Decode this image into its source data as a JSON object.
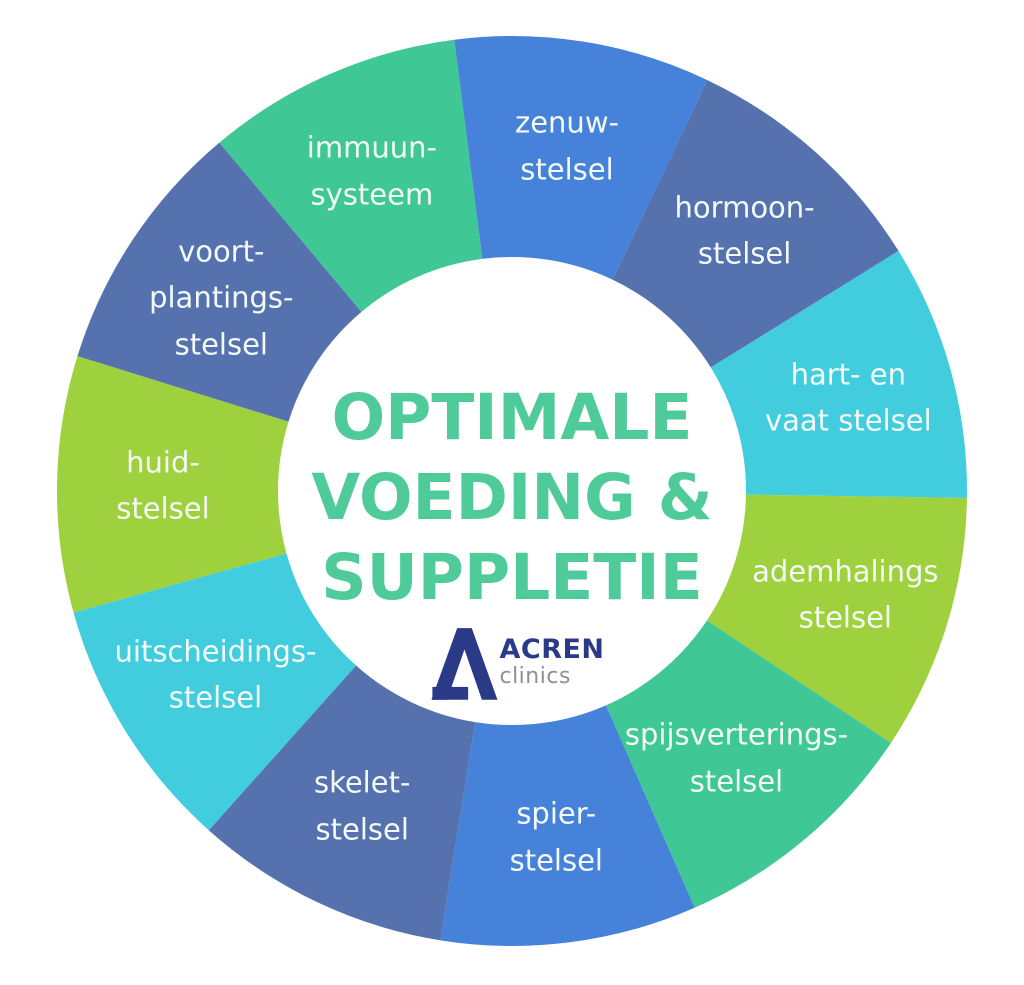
{
  "page": {
    "background": "#ffffff"
  },
  "chart_data": {
    "type": "pie",
    "subtype": "donut-wheel-infographic",
    "title": "OPTIMALE\nVOEDING &\nSUPPLETIE",
    "title_color": "#4ecb98",
    "label_text_color": "#f4faf7",
    "equal_segments": true,
    "legend": "none",
    "segments": [
      {
        "id": "zenuw-stelsel",
        "label": "zenuw-\nstelsel",
        "value": 1,
        "color": "#4682d9"
      },
      {
        "id": "hormoon-stelsel",
        "label": "hormoon-\nstelsel",
        "value": 1,
        "color": "#5572af"
      },
      {
        "id": "hart-en-vaat-stelsel",
        "label": "hart- en\nvaat stelsel",
        "value": 1,
        "color": "#41cdde"
      },
      {
        "id": "ademhalings-stelsel",
        "label": "ademhalings\nstelsel",
        "value": 1,
        "color": "#9fd03d"
      },
      {
        "id": "spijsverterings-stelsel",
        "label": "spijsverterings-\nstelsel",
        "value": 1,
        "color": "#3fc795"
      },
      {
        "id": "spier-stelsel",
        "label": "spier-\nstelsel",
        "value": 1,
        "color": "#4682d9"
      },
      {
        "id": "skelet-stelsel",
        "label": "skelet-\nstelsel",
        "value": 1,
        "color": "#5572af"
      },
      {
        "id": "uitscheidings-stelsel",
        "label": "uitscheidings-\nstelsel",
        "value": 1,
        "color": "#41cdde"
      },
      {
        "id": "huid-stelsel",
        "label": "huid-\nstelsel",
        "value": 1,
        "color": "#9fd03d"
      },
      {
        "id": "voortplantings-stelsel",
        "label": "voort-\nplantings-\nstelsel",
        "value": 1,
        "color": "#5572af"
      },
      {
        "id": "immuun-systeem",
        "label": "immuun-\nsysteem",
        "value": 1,
        "color": "#3fc795"
      }
    ]
  },
  "logo": {
    "name": "ACREN",
    "sub": "clinics",
    "mark": "A",
    "navy": "#2b3a87",
    "gray": "#8e8e99"
  }
}
